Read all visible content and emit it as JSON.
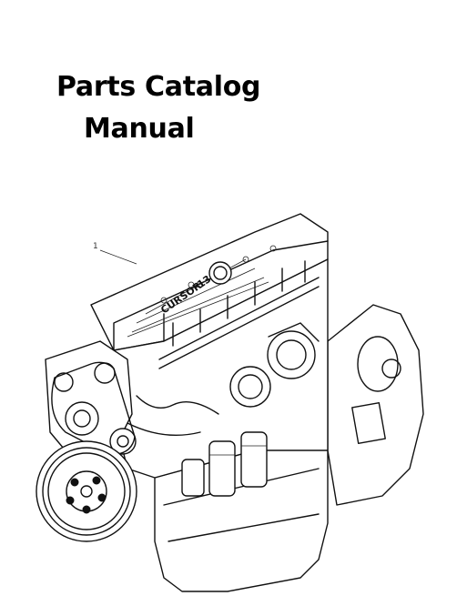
{
  "document": {
    "title_line_1": "Parts Catalog",
    "title_line_2": "Manual"
  },
  "illustration": {
    "callout_number": "1",
    "engine_brand_mark": "CURSOR",
    "engine_brand_suffix": "13"
  }
}
